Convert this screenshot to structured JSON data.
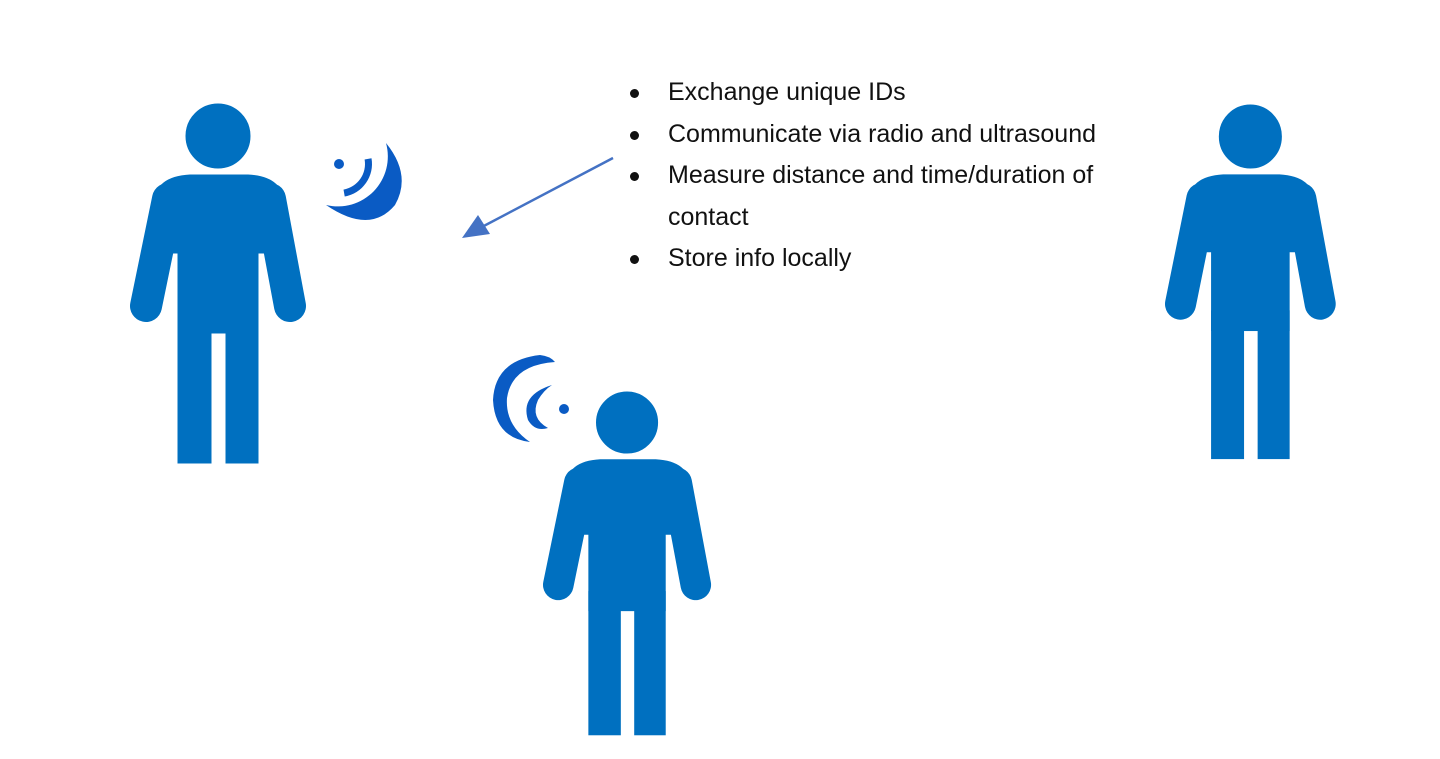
{
  "bullets": [
    "Exchange unique IDs",
    "Communicate via radio and ultrasound",
    "Measure distance and time/duration of contact",
    "Store info locally"
  ],
  "colors": {
    "person": "#0070C0",
    "signal": "#0A5BC4",
    "arrow": "#4472C4",
    "text": "#111111"
  },
  "icons": [
    "person-icon",
    "signal-icon",
    "arrow"
  ]
}
